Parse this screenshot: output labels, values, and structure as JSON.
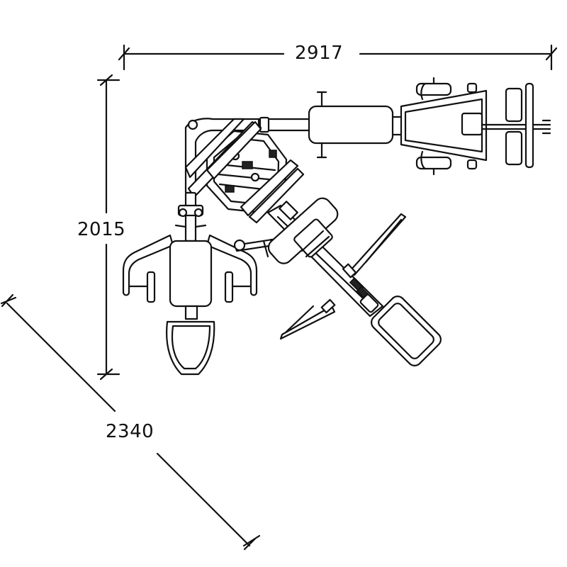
{
  "dimensions": {
    "width": "2917",
    "depth": "2015",
    "diagonal": "2340"
  },
  "colors": {
    "line": "#111111",
    "background": "#ffffff"
  }
}
